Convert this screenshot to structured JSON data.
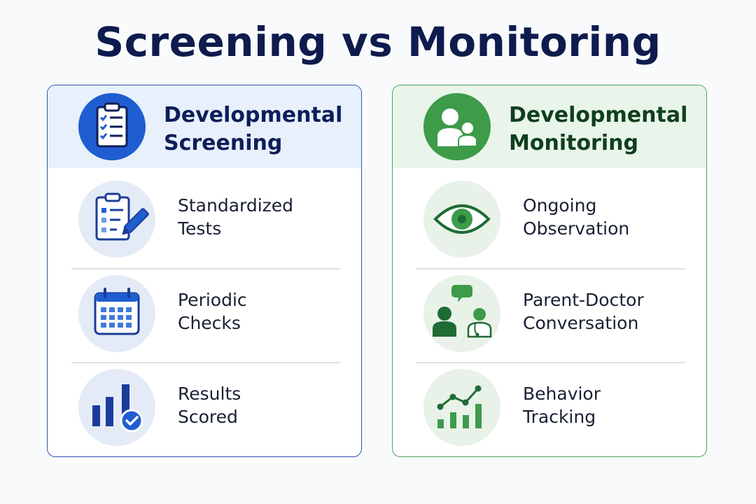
{
  "title": "Screening vs Monitoring",
  "screening": {
    "heading": [
      "Developmental",
      "Screening"
    ],
    "items": [
      {
        "icon": "clipboard-pencil-icon",
        "line1": "Standardized",
        "line2": "Tests"
      },
      {
        "icon": "calendar-icon",
        "line1": "Periodic",
        "line2": "Checks"
      },
      {
        "icon": "bar-chart-check-icon",
        "line1": "Results",
        "line2": "Scored"
      }
    ]
  },
  "monitoring": {
    "heading": [
      "Developmental",
      "Monitoring"
    ],
    "items": [
      {
        "icon": "eye-icon",
        "line1": "Ongoing",
        "line2": "Observation"
      },
      {
        "icon": "parent-doctor-chat-icon",
        "line1": "Parent-Doctor",
        "line2": "Conversation"
      },
      {
        "icon": "trend-chart-icon",
        "line1": "Behavior",
        "line2": "Tracking"
      }
    ]
  },
  "colors": {
    "screening_accent": "#1f5ed1",
    "screening_dark": "#1a3d9a",
    "monitoring_accent": "#3d9b4a",
    "monitoring_dark": "#1f6b35",
    "title": "#0e1b4d"
  }
}
